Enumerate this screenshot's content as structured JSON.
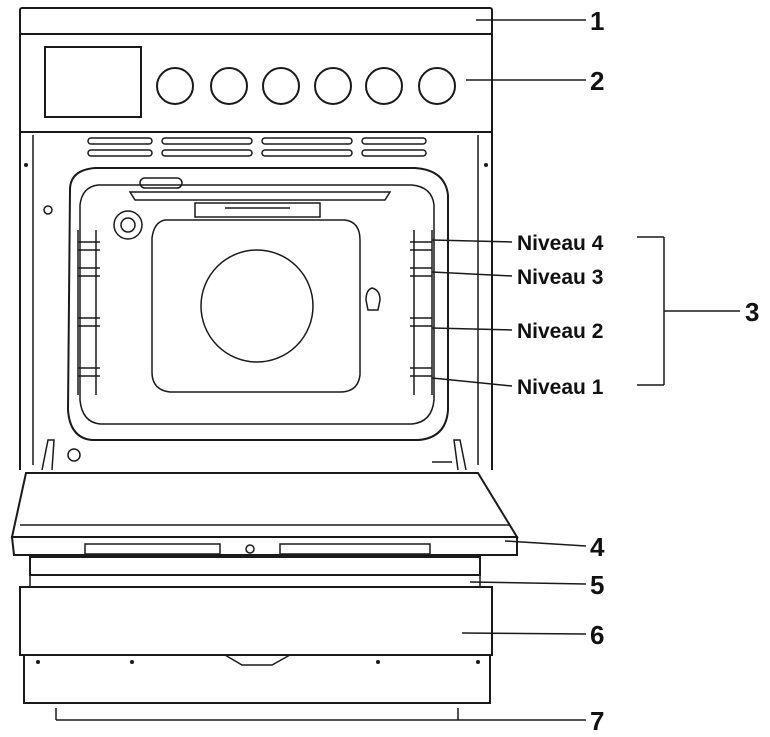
{
  "callouts": [
    "1",
    "2",
    "3",
    "4",
    "5",
    "6",
    "7"
  ],
  "levels": [
    "Niveau 4",
    "Niveau 3",
    "Niveau 2",
    "Niveau 1"
  ]
}
